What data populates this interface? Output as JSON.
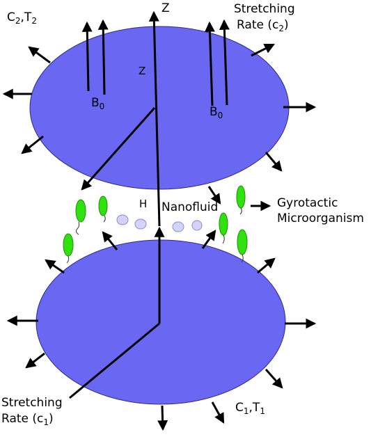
{
  "colors": {
    "disk_fill": "#6A67F2",
    "disk_stroke": "#2C2A8E",
    "organism_fill": "#2FE20F",
    "organism_stroke": "#1C8F06",
    "particle_fill": "#D4D2F7",
    "particle_stroke": "#8C89D6",
    "arrow": "#000000"
  },
  "labels": {
    "z_top": "Z",
    "z_inner": "Z",
    "top_ct": {
      "c": "C",
      "c_sub": "2",
      "comma": ",",
      "t": "T",
      "t_sub": "2"
    },
    "stretch_top_line1": "Stretching",
    "stretch_top_line2": "Rate (c",
    "stretch_top_sub": "2",
    "stretch_top_close": ")",
    "b0_left": {
      "b": "B",
      "sub": "0"
    },
    "b0_right": {
      "b": "B",
      "sub": "0"
    },
    "h": "H",
    "nanofluid": "Nanofluid",
    "gyro_line1": "Gyrotactic",
    "gyro_line2": "Microorganism",
    "stretch_bottom_line1": "Stretching",
    "stretch_bottom_line2": "Rate (c",
    "stretch_bottom_sub": "1",
    "stretch_bottom_close": ")",
    "bottom_ct": {
      "c": "C",
      "c_sub": "1",
      "comma": ",",
      "t": "T",
      "t_sub": "1"
    }
  },
  "icons": {
    "disk": "ellipse-disk",
    "organism": "green-flagellated-cell",
    "particle": "nanoparticle-ellipse",
    "arrow": "black-arrow"
  }
}
